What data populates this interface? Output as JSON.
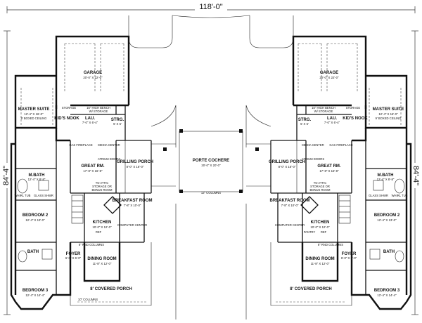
{
  "plan": {
    "overall_width": "118'-0\"",
    "overall_depth": "84'-4\"",
    "center": {
      "porte_cochere": "PORTE COCHERE",
      "porte_cochere_dim": "20'-0\" X 20'-0\"",
      "columns_note": "12\" COLUMNS"
    },
    "left": {
      "garage": "GARAGE",
      "garage_dim": "20'-0\" X 22'-0\"",
      "storage": "STORAGE",
      "bench": "16\" HIGH BENCH",
      "storage2": "W/ STORAGE",
      "master_suite": "MASTER SUITE",
      "master_dim": "12'-4\" X 16'-0\"",
      "master_ceiling": "9' BOXED CEILING",
      "kids_nook": "KID'S NOOK",
      "lau": "LAU.",
      "lau_dim": "7'-0\" X 6'-4\"",
      "strg": "STRG.",
      "strg_dim": "5' X 6'",
      "gas_fireplace": "GAS FIREPLACE",
      "media_center": "MEDIA CENTER",
      "atrium_doors": "ATRIUM DOORS",
      "grilling_porch": "GRILLING PORCH",
      "grilling_dim": "8'-0\" X 16'-0\"",
      "great_rm": "GREAT RM.",
      "great_rm_dim": "17'-8\" X 16'-8\"",
      "m_bath": "M.BATH",
      "m_bath_dim": "12'-4\" X 8'-8\"",
      "whirl_tub": "WHIRL TUB",
      "glass_shwr": "GLASS SHWR",
      "attic": "TO ATTIC",
      "attic2": "STORAGE OR",
      "attic3": "BONUS ROOM",
      "breakfast_room": "BREAKFAST ROOM",
      "breakfast_dim": "7'-8\" X 10'-0\"",
      "bedroom2": "BEDROOM 2",
      "bedroom2_dim": "12'-4\" X 13'-0\"",
      "kitchen": "KITCHEN",
      "kitchen_dim": "10'-0\" X 12'-0\"",
      "computer_center": "COMPUTER CENTER",
      "ref": "REF",
      "columns_8": "8\" RND COLUMNS",
      "bath": "BATH",
      "foyer": "FOYER",
      "foyer_dim": "6'-0\" X 6'-0\"",
      "dining_room": "DINING ROOM",
      "dining_dim": "11'-8\" X 12'-0\"",
      "covered_porch": "8' COVERED PORCH",
      "bedroom3": "BEDROOM 3",
      "bedroom3_dim": "12'-4\" X 14'-4\"",
      "columns_10": "10\" COLUMNS"
    },
    "right": {
      "garage": "GARAGE",
      "garage_dim": "20'-0\" X 22'-0\"",
      "storage": "STORAGE",
      "bench": "16\" HIGH BENCH",
      "storage2": "W/ STORAGE",
      "master_suite": "MASTER SUITE",
      "master_dim": "12'-4\" X 16'-0\"",
      "master_ceiling": "9' BOXED CEILING",
      "kids_nook": "KID'S NOOK",
      "lau": "LAU.",
      "lau_dim": "7'-0\" X 6'-4\"",
      "strg": "STRG.",
      "strg_dim": "5' X 6'",
      "gas_fireplace": "GAS FIREPLACE",
      "media_center": "MEDIA CENTER",
      "atrium_doors": "ATRIUM DOORS",
      "grilling_porch": "GRILLING PORCH",
      "grilling_dim": "8'-0\" X 16'-0\"",
      "great_rm": "GREAT RM.",
      "great_rm_dim": "17'-8\" X 16'-8\"",
      "m_bath": "M.BATH",
      "m_bath_dim": "12'-4\" X 8'-8\"",
      "whirl_tub": "WHIRL TUB",
      "glass_shwr": "GLASS SHWR",
      "attic": "TO ATTIC",
      "attic2": "STORAGE OR",
      "attic3": "BONUS ROOM",
      "breakfast_room": "BREAKFAST ROOM",
      "breakfast_dim": "7'-8\" X 10'-0\"",
      "bedroom2": "BEDROOM 2",
      "bedroom2_dim": "12'-4\" X 13'-0\"",
      "kitchen": "KITCHEN",
      "kitchen_dim": "10'-0\" X 12'-0\"",
      "computer_center": "COMPUTER CENTER",
      "ref": "REF",
      "pantry": "PANTRY",
      "columns_8": "8\" RND COLUMNS",
      "bath": "BATH",
      "foyer": "FOYER",
      "foyer_dim": "6'-0\" X 6'-0\"",
      "dining_room": "DINING ROOM",
      "dining_dim": "11'-8\" X 12'-0\"",
      "covered_porch": "8' COVERED PORCH",
      "bedroom3": "BEDROOM 3",
      "bedroom3_dim": "12'-4\" X 14'-4\""
    }
  }
}
